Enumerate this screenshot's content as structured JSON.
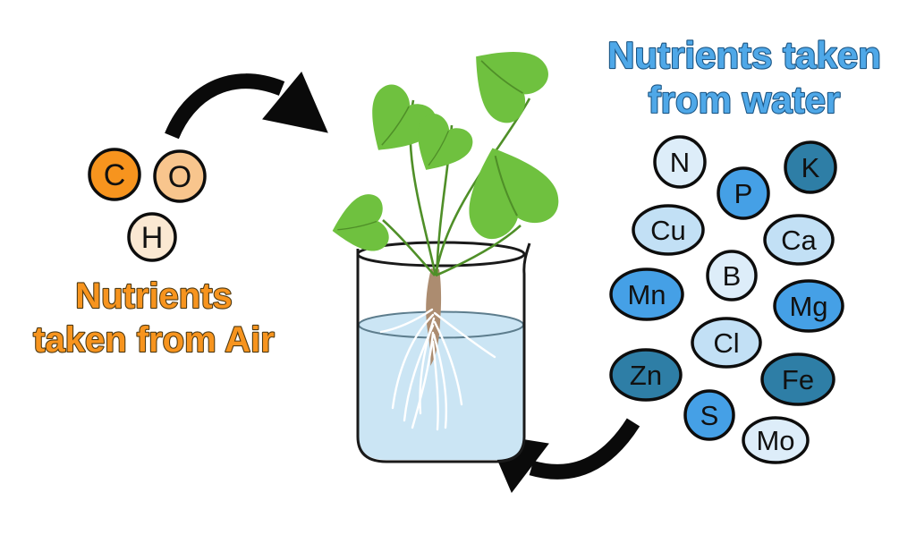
{
  "air": {
    "title_line1": "Nutrients",
    "title_line2": "taken from Air",
    "text_color": "#f7941e",
    "text_outline": "#4e3a14",
    "elements": [
      {
        "symbol": "C",
        "color": "#f7941e"
      },
      {
        "symbol": "O",
        "color": "#f8c58d"
      },
      {
        "symbol": "H",
        "color": "#fae8d2"
      }
    ]
  },
  "water": {
    "title_line1": "Nutrients taken",
    "title_line2": "from water",
    "text_color": "#4fa8e8",
    "text_outline": "#1b5584",
    "elements": [
      {
        "symbol": "N",
        "color": "#ddedf9"
      },
      {
        "symbol": "P",
        "color": "#45a0e6"
      },
      {
        "symbol": "K",
        "color": "#2e7ea6"
      },
      {
        "symbol": "Cu",
        "color": "#c2e0f5"
      },
      {
        "symbol": "Ca",
        "color": "#c2e0f5"
      },
      {
        "symbol": "B",
        "color": "#ddedf9"
      },
      {
        "symbol": "Mn",
        "color": "#45a0e6"
      },
      {
        "symbol": "Mg",
        "color": "#45a0e6"
      },
      {
        "symbol": "Cl",
        "color": "#c2e0f5"
      },
      {
        "symbol": "Zn",
        "color": "#2e7ea6"
      },
      {
        "symbol": "Fe",
        "color": "#2e7ea6"
      },
      {
        "symbol": "S",
        "color": "#45a0e6"
      },
      {
        "symbol": "Mo",
        "color": "#ddedf9"
      }
    ]
  },
  "scene": {
    "arrow_color": "#0a0a0a",
    "bubble_outline": "#0d0d0d",
    "leaf_color": "#6fc13f",
    "stem_color": "#4f8f28",
    "root_color": "#ac8c70",
    "root_fiber_color": "#ffffff",
    "water_color": "#cbe5f4",
    "water_line_color": "#5d7d8d",
    "beaker_outline": "#1a1a1a"
  }
}
